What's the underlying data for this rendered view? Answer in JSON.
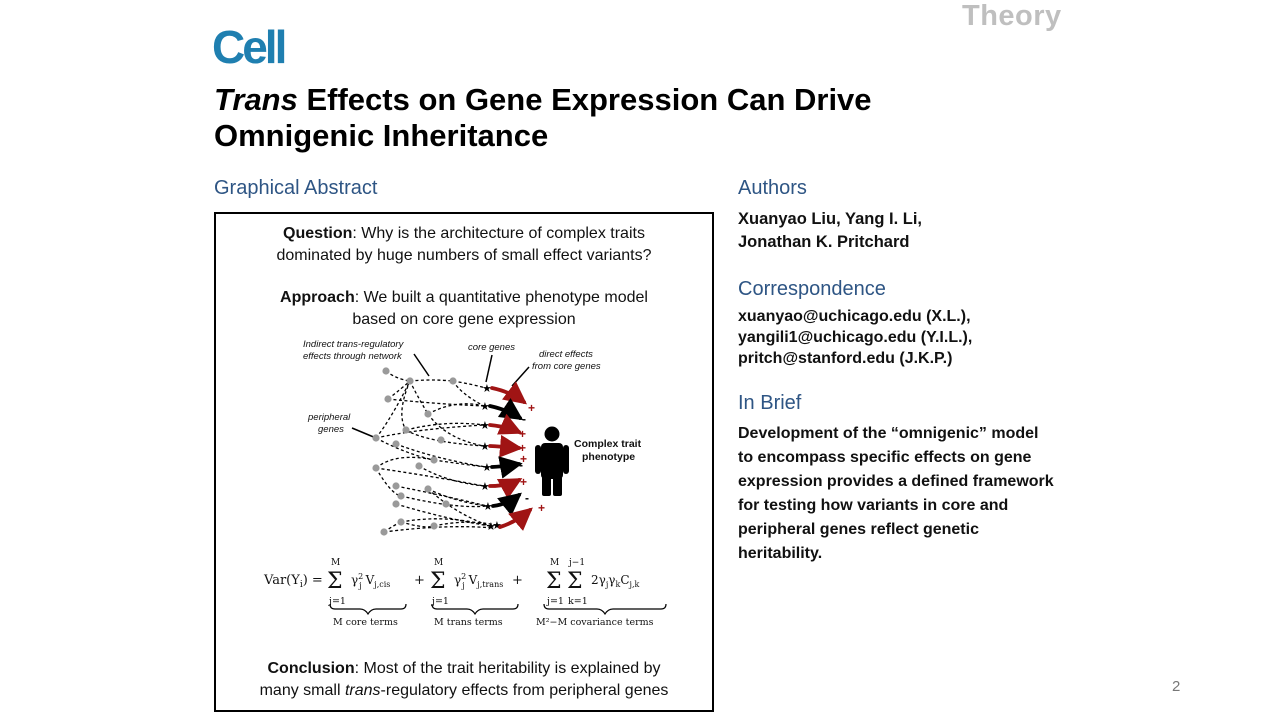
{
  "header": {
    "section_label": "Theory",
    "journal": "Cell",
    "title_italic": "Trans",
    "title_rest_line1": " Effects on Gene Expression Can Drive",
    "title_line2": "Omnigenic Inheritance"
  },
  "graphical_abstract": {
    "heading": "Graphical Abstract",
    "question_label": "Question",
    "question_text_1": ": Why is the architecture of complex traits",
    "question_text_2": "dominated by huge numbers of small effect variants?",
    "approach_label": "Approach",
    "approach_text_1": ": We built a quantitative phenotype model",
    "approach_text_2": "based on core gene expression",
    "figure": {
      "label_indirect_1": "Indirect trans-regulatory",
      "label_indirect_2": "effects through network",
      "label_core": "core genes",
      "label_direct_1": "direct effects",
      "label_direct_2": "from core genes",
      "label_peripheral_1": "peripheral",
      "label_peripheral_2": "genes",
      "label_trait_1": "Complex trait",
      "label_trait_2": "phenotype",
      "signs": [
        "+",
        "-",
        "+",
        "+",
        "+",
        "-",
        "+",
        "-",
        "+"
      ]
    },
    "equation": {
      "lhs": "Var(Y",
      "lhs_sub": "i",
      "lhs_close": ") =",
      "term1_label": "M  core terms",
      "term2_label": "M  trans terms",
      "term3_label": "M²−M  covariance terms"
    },
    "conclusion_label": "Conclusion",
    "conclusion_text_1": ": Most of the trait heritability is explained by",
    "conclusion_text_2a": "many small ",
    "conclusion_text_2b": "trans",
    "conclusion_text_2c": "-regulatory effects from peripheral genes"
  },
  "authors": {
    "heading": "Authors",
    "line1": "Xuanyao Liu, Yang I. Li,",
    "line2": "Jonathan K. Pritchard"
  },
  "correspondence": {
    "heading": "Correspondence",
    "emails": [
      "xuanyao@uchicago.edu (X.L.),",
      "yangili1@uchicago.edu (Y.I.L.),",
      "pritch@stanford.edu (J.K.P.)"
    ]
  },
  "in_brief": {
    "heading": "In Brief",
    "lines": [
      "Development of the “omnigenic” model",
      "to encompass specific effects on gene",
      "expression provides a defined framework",
      "for testing how variants in core and",
      "peripheral genes reflect genetic",
      "heritability."
    ]
  },
  "page_number": "2",
  "colors": {
    "accent_blue": "#2e5584",
    "logo_blue": "#1f7fb0",
    "red_arrow": "#a01414"
  }
}
